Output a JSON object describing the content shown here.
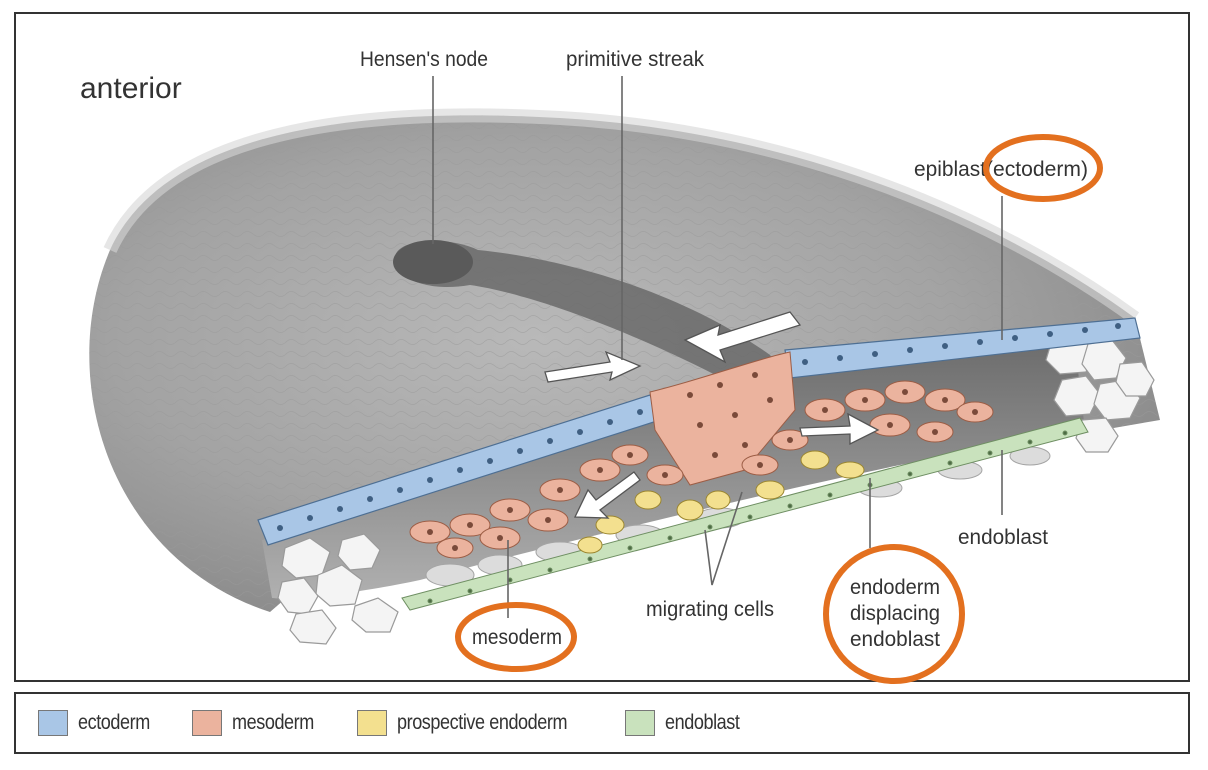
{
  "labels": {
    "anterior": "anterior",
    "hensens_node": "Hensen's node",
    "primitive_streak": "primitive streak",
    "epiblast": "epiblast",
    "ectoderm_paren": "(ectoderm)",
    "endoblast": "endoblast",
    "endoderm_line1": "endoderm",
    "endoderm_line2": "displacing",
    "endoderm_line3": "endoblast",
    "migrating_cells": "migrating cells",
    "mesoderm": "mesoderm"
  },
  "legend": [
    {
      "label": "ectoderm",
      "color": "#a9c6e6"
    },
    {
      "label": "mesoderm",
      "color": "#ebb39e"
    },
    {
      "label": "prospective endoderm",
      "color": "#f3e08f"
    },
    {
      "label": "endoblast",
      "color": "#c9e2bd"
    }
  ],
  "colors": {
    "highlight_circle": "#e3701f",
    "ectoderm": "#a9c6e6",
    "mesoderm": "#ebb39e",
    "prospective_endoderm": "#f3e08f",
    "endoblast": "#c9e2bd",
    "embryo_gray": "#a8a8a8"
  }
}
